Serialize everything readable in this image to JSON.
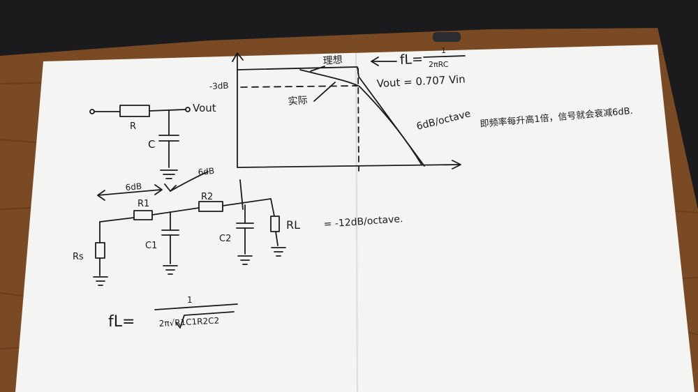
{
  "photo": {
    "colors": {
      "wood": "#7a4a24",
      "wood_dark": "#4a2a12",
      "laptop": "#1b1b1d",
      "paper": "#f4f4f2",
      "ink": "#1a1a1a"
    },
    "graph": {
      "minus3db_label": "-3dB",
      "ideal_label": "理想",
      "actual_label": "实际",
      "fc_label": "fL=",
      "fc_numerator": "1",
      "fc_denominator": "2πRC",
      "vout_label": "Vout = 0.707 Vin",
      "slope_label": "6dB/octave",
      "slope_note": "即频率每升高1倍，信号就会衰减6dB."
    },
    "rc_circuit": {
      "r_label": "R",
      "c_label": "C",
      "vout_label": "Vout"
    },
    "two_stage": {
      "left_6db": "6dB",
      "top_6db": "6dB",
      "r1_label": "R1",
      "r2_label": "R2",
      "c1_label": "C1",
      "c2_label": "C2",
      "rs_label": "Rs",
      "rl_label": "RL",
      "slope_label": "= -12dB/octave."
    },
    "formula": {
      "lhs": "fL=",
      "numerator": "1",
      "denominator": "2π√R1C1R2C2"
    }
  }
}
